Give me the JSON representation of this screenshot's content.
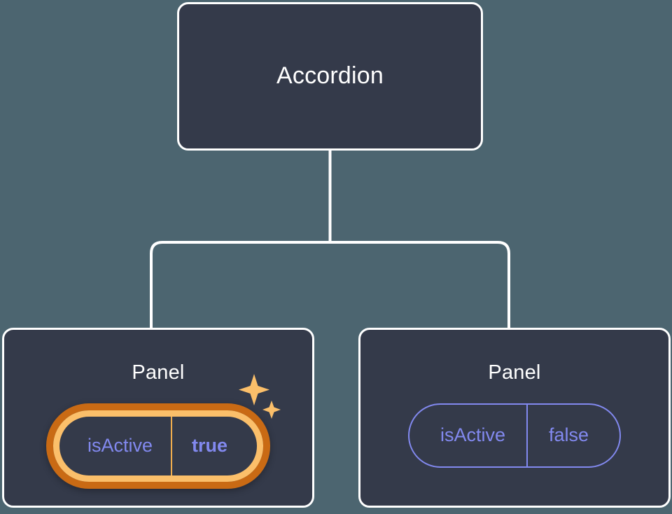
{
  "canvas": {
    "background_color": "#4c6570",
    "card_fill_color": "#343a4a",
    "card_border_color": "#ffffff",
    "connector_color": "#ffffff"
  },
  "tree": {
    "root": {
      "title": "Accordion"
    },
    "children": [
      {
        "title": "Panel",
        "highlighted": true,
        "prop": {
          "key": "isActive",
          "value": "true"
        },
        "colors": {
          "ring_outer": "#c96a14",
          "ring_inner": "#fbbf6a",
          "divider": "#f0ad4e",
          "text": "#8289ef"
        },
        "sparkle_color": "#fbbf6a",
        "icons": {
          "sparkle_large": "sparkle-icon",
          "sparkle_small": "sparkle-icon"
        }
      },
      {
        "title": "Panel",
        "highlighted": false,
        "prop": {
          "key": "isActive",
          "value": "false"
        },
        "colors": {
          "border": "#8289ef",
          "divider": "#8289ef",
          "text": "#8289ef"
        }
      }
    ]
  }
}
